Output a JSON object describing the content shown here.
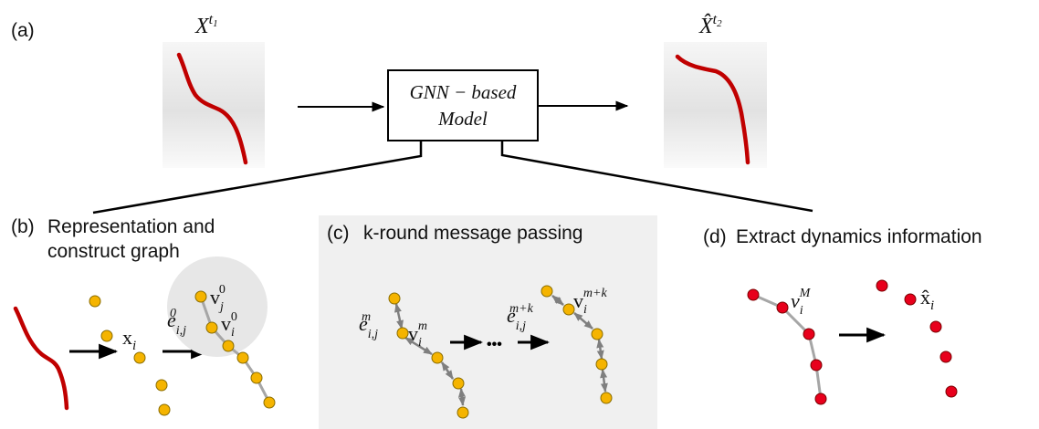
{
  "colors": {
    "curve": "#c00000",
    "node_yellow": "#f5b400",
    "node_red": "#e8001c",
    "edge_gray": "#a6a6a6",
    "arrow_gray": "#7f7f7f",
    "panel_bg": "#f0f0f0"
  },
  "panel_a": {
    "label": "(a)",
    "input_symbol": "X",
    "input_sup": "t",
    "input_sub": "1",
    "output_symbol": "X̂",
    "output_sup": "t",
    "output_sub": "2",
    "model_line1": "GNN − based",
    "model_line2": "Model"
  },
  "panel_b": {
    "label": "(b)",
    "title_line1": "Representation and",
    "title_line2": "construct graph",
    "node_symbol": "x",
    "node_sub": "i",
    "edge_symbol": "e",
    "edge_sub": "i,j",
    "edge_sup": "0",
    "vj_symbol": "v",
    "vj_sub": "j",
    "vj_sup": "0",
    "vi_symbol": "v",
    "vi_sub": "i",
    "vi_sup": "0"
  },
  "panel_c": {
    "label": "(c)",
    "title": "k-round message passing",
    "edge_sub": "i,j",
    "edge_sup_m": "m",
    "node_sub": "i",
    "node_sup_m": "m",
    "edge_sup_mk": "m+k",
    "node_sup_mk": "m+k",
    "ellipsis": "•••"
  },
  "panel_d": {
    "label": "(d)",
    "title": "Extract dynamics information",
    "node_symbol": "v",
    "node_sub": "i",
    "node_sup": "M",
    "out_symbol": "x̂",
    "out_sub": "i"
  }
}
